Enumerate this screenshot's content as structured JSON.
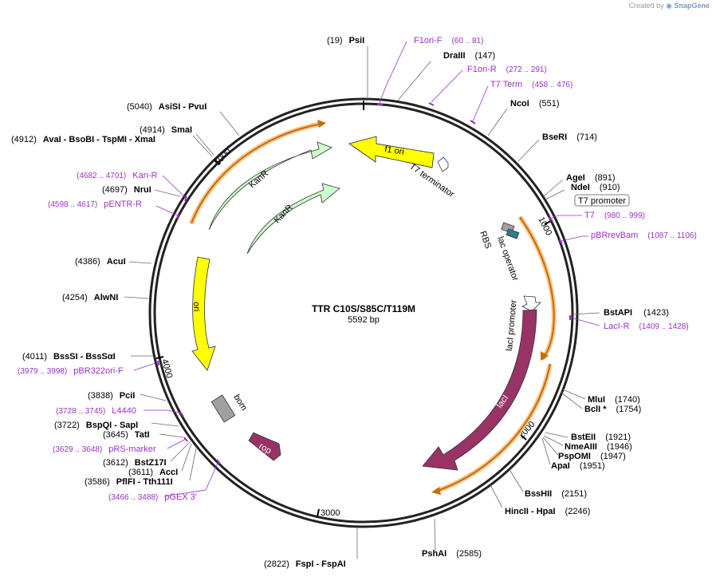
{
  "credit": {
    "prefix": "Created by",
    "brand": "SnapGene"
  },
  "plasmid": {
    "name": "TTR C10S/S85C/T119M",
    "length_label": "5592 bp",
    "length_bp": 5592
  },
  "ticks": [
    "1000",
    "2000",
    "3000",
    "4000",
    "5000"
  ],
  "features": [
    {
      "label": "f1 ori",
      "color": "#ffff00"
    },
    {
      "label": "T7 terminator"
    },
    {
      "label": "KanR",
      "color": "#ccffcc"
    },
    {
      "label": "KanR",
      "color": "#ccffcc"
    },
    {
      "label": "RBS"
    },
    {
      "label": "lac operator"
    },
    {
      "label": "lacI promoter"
    },
    {
      "label": "lacI",
      "color": "#993366"
    },
    {
      "label": "ori",
      "color": "#ffff00"
    },
    {
      "label": "bom",
      "color": "#a0a0a0"
    },
    {
      "label": "rop",
      "color": "#993366"
    },
    {
      "label": "T7 promoter"
    }
  ],
  "sites": [
    {
      "pos": "(19)",
      "name": "PsiI"
    },
    {
      "pos": "(147)",
      "name": "DraIII"
    },
    {
      "pos": "(551)",
      "name": "NcoI"
    },
    {
      "pos": "(714)",
      "name": "BseRI"
    },
    {
      "pos": "(891)",
      "name": "AgeI"
    },
    {
      "pos": "(910)",
      "name": "NdeI"
    },
    {
      "pos": "(1423)",
      "name": "BstAPI"
    },
    {
      "pos": "(1740)",
      "name": "MluI"
    },
    {
      "pos": "(1754)",
      "name": "BclI *"
    },
    {
      "pos": "(1921)",
      "name": "BstEII"
    },
    {
      "pos": "(1946)",
      "name": "NmeAIII"
    },
    {
      "pos": "(1947)",
      "name": "PspOMI"
    },
    {
      "pos": "(1951)",
      "name": "ApaI"
    },
    {
      "pos": "(2151)",
      "name": "BssHII"
    },
    {
      "pos": "(2246)",
      "name": "HincII  - HpaI"
    },
    {
      "pos": "(2585)",
      "name": "PshAI"
    },
    {
      "pos": "(2822)",
      "name": "FspI  - FspAI"
    },
    {
      "pos": "(3586)",
      "name": "PflFI  - Tth111I"
    },
    {
      "pos": "(3611)",
      "name": "AccI"
    },
    {
      "pos": "(3612)",
      "name": "BstZ17I"
    },
    {
      "pos": "(3645)",
      "name": "TatI"
    },
    {
      "pos": "(3722)",
      "name": "BspQI  - SapI"
    },
    {
      "pos": "(3838)",
      "name": "PciI"
    },
    {
      "pos": "(4011)",
      "name": "BssSI  - BssSαI"
    },
    {
      "pos": "(4254)",
      "name": "AlwNI"
    },
    {
      "pos": "(4386)",
      "name": "AcuI"
    },
    {
      "pos": "(4697)",
      "name": "NruI"
    },
    {
      "pos": "(4912)",
      "name": "AvaI  - BsoBI  - TspMI  - XmaI"
    },
    {
      "pos": "(4914)",
      "name": "SmaI"
    },
    {
      "pos": "(5040)",
      "name": "AsiSI  - PvuI"
    }
  ],
  "primers": [
    {
      "name": "F1ori-F",
      "range": "(60 .. 81)"
    },
    {
      "name": "F1ori-R",
      "range": "(272 .. 291)"
    },
    {
      "name": "T7 Term",
      "range": "(458 .. 476)"
    },
    {
      "name": "T7",
      "range": "(980 .. 999)"
    },
    {
      "name": "pBRrevBam",
      "range": "(1087 .. 1106)"
    },
    {
      "name": "LacI-R",
      "range": "(1409 .. 1428)"
    },
    {
      "name": "pGEX 3'",
      "range": "(3466 .. 3488)"
    },
    {
      "name": "pRS-marker",
      "range": "(3629 .. 3648)"
    },
    {
      "name": "L4440",
      "range": "(3728 .. 3745)"
    },
    {
      "name": "pBR322ori-F",
      "range": "(3979 .. 3998)"
    },
    {
      "name": "pENTR-R",
      "range": "(4598 .. 4617)"
    },
    {
      "name": "Kan-R",
      "range": "(4682 .. 4701)"
    }
  ]
}
